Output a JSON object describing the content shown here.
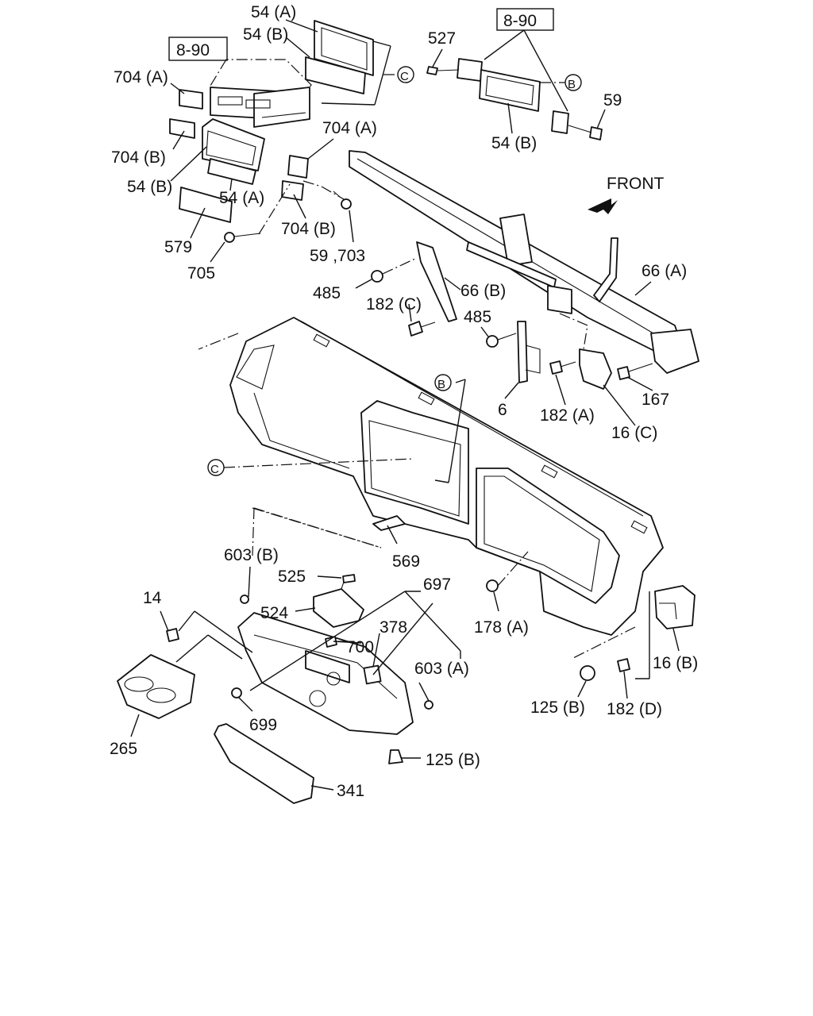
{
  "front_label": "FRONT",
  "refs": {
    "ref_left": "8-90",
    "ref_right": "8-90",
    "circle_b": "B",
    "circle_c": "C"
  },
  "labels": {
    "l_54a_top": "54 (A)",
    "l_54b_top": "54 (B)",
    "l_704a_left": "704 (A)",
    "l_704b_left": "704 (B)",
    "l_54b_mid": "54 (B)",
    "l_54a_mid": "54 (A)",
    "l_704a_mid": "704 (A)",
    "l_704b_mid": "704 (B)",
    "l_579": "579",
    "l_705": "705",
    "l_59_703": "59 ,703",
    "l_527": "527",
    "l_59": "59",
    "l_54b_right": "54 (B)",
    "l_66a": "66 (A)",
    "l_66b": "66 (B)",
    "l_485_left": "485",
    "l_182c": "182 (C)",
    "l_485_right": "485",
    "l_6": "6",
    "l_182a": "182 (A)",
    "l_167": "167",
    "l_16c": "16 (C)",
    "l_569": "569",
    "l_603b": "603 (B)",
    "l_525": "525",
    "l_697": "697",
    "l_14": "14",
    "l_524": "524",
    "l_378": "378",
    "l_178a": "178 (A)",
    "l_700": "700",
    "l_603a": "603 (A)",
    "l_16b": "16 (B)",
    "l_699": "699",
    "l_125b_right": "125 (B)",
    "l_182d": "182 (D)",
    "l_265": "265",
    "l_125b_bottom": "125 (B)",
    "l_341": "341"
  }
}
